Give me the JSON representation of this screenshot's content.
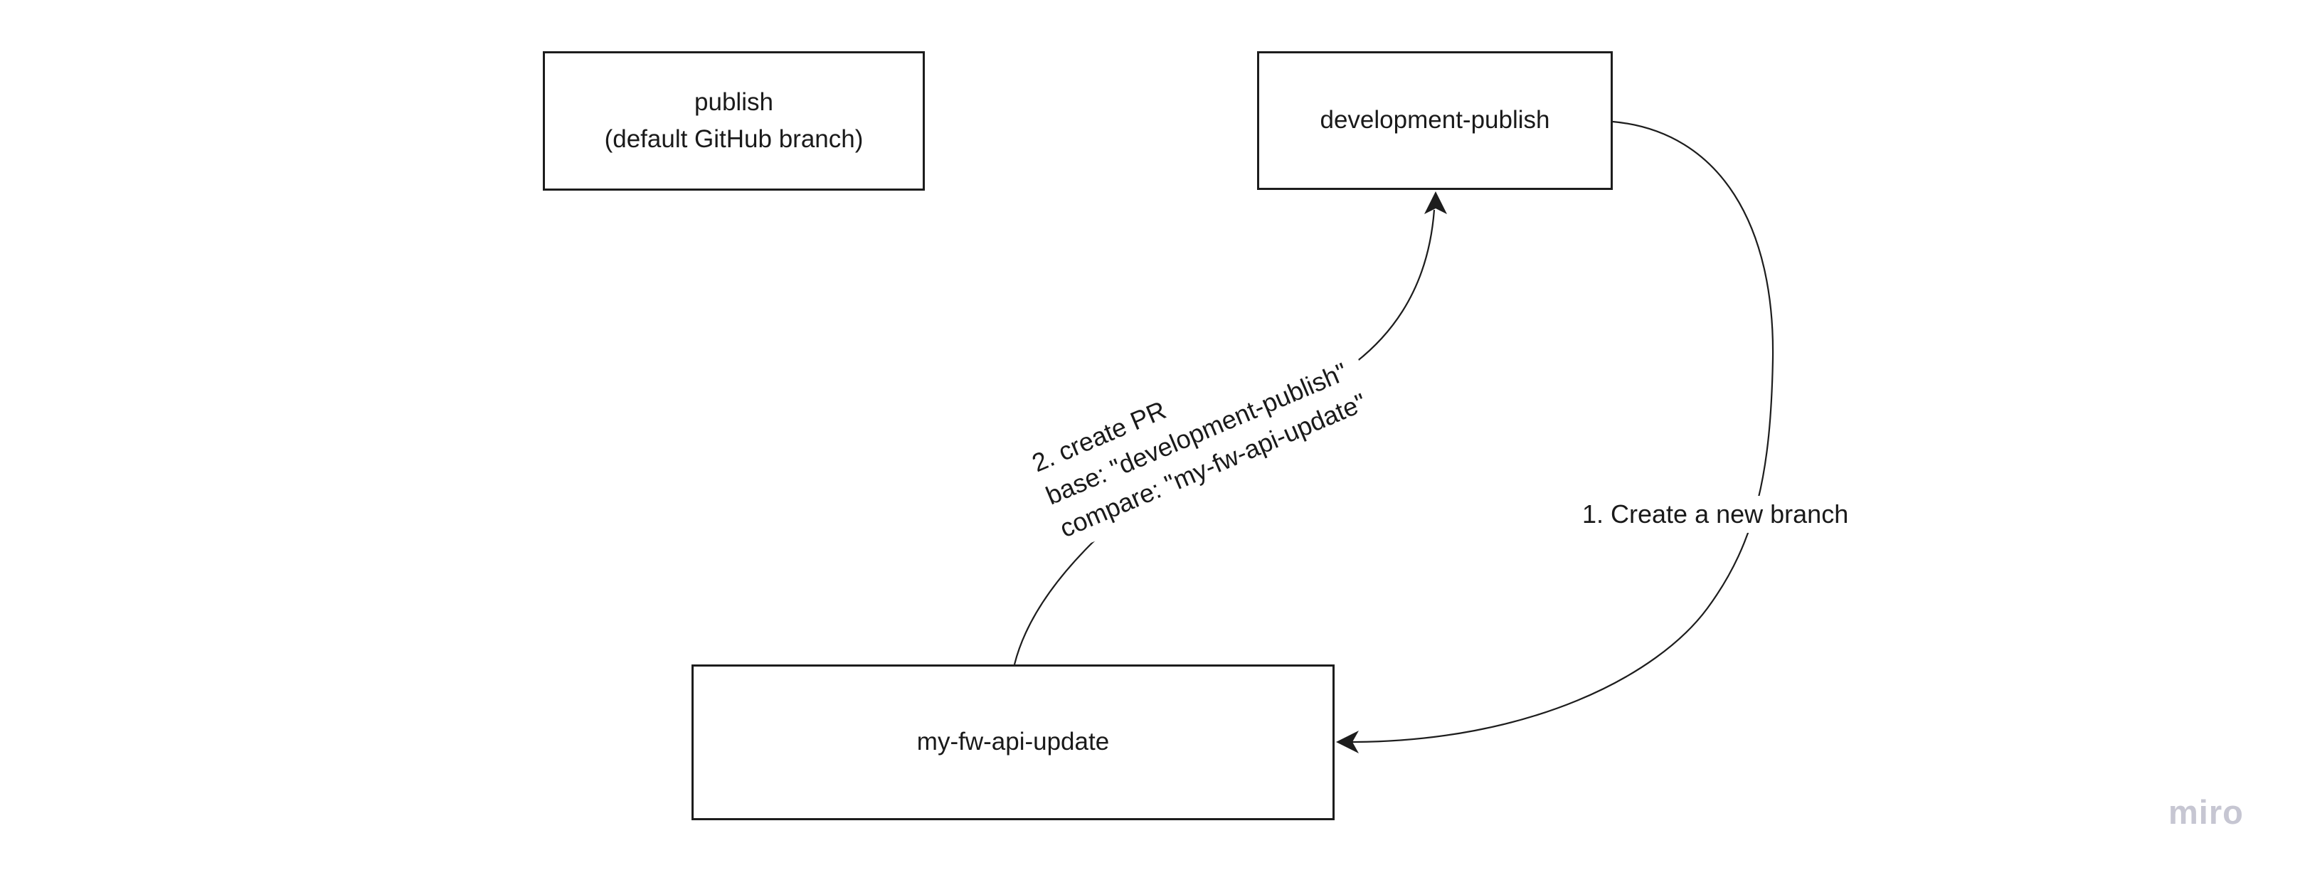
{
  "board": {
    "background_color": "#ffffff",
    "stroke_color": "#1d1d1d",
    "text_color": "#1a1a1a",
    "nodes": {
      "publish": {
        "lines": [
          "publish",
          "(default GitHub branch)"
        ]
      },
      "development_publish": {
        "lines": [
          "development-publish"
        ]
      },
      "my_fw_api_update": {
        "lines": [
          "my-fw-api-update"
        ]
      }
    },
    "connectors": {
      "create_branch": {
        "from": "development-publish",
        "to": "my-fw-api-update",
        "label": "1. Create a new branch"
      },
      "create_pr": {
        "from": "my-fw-api-update",
        "to": "development-publish",
        "lines": [
          "2. create PR",
          "base: \"development-publish\"",
          "compare: \"my-fw-api-update\""
        ]
      }
    }
  },
  "watermark": {
    "label": "miro",
    "color": "#c6c6d2"
  }
}
